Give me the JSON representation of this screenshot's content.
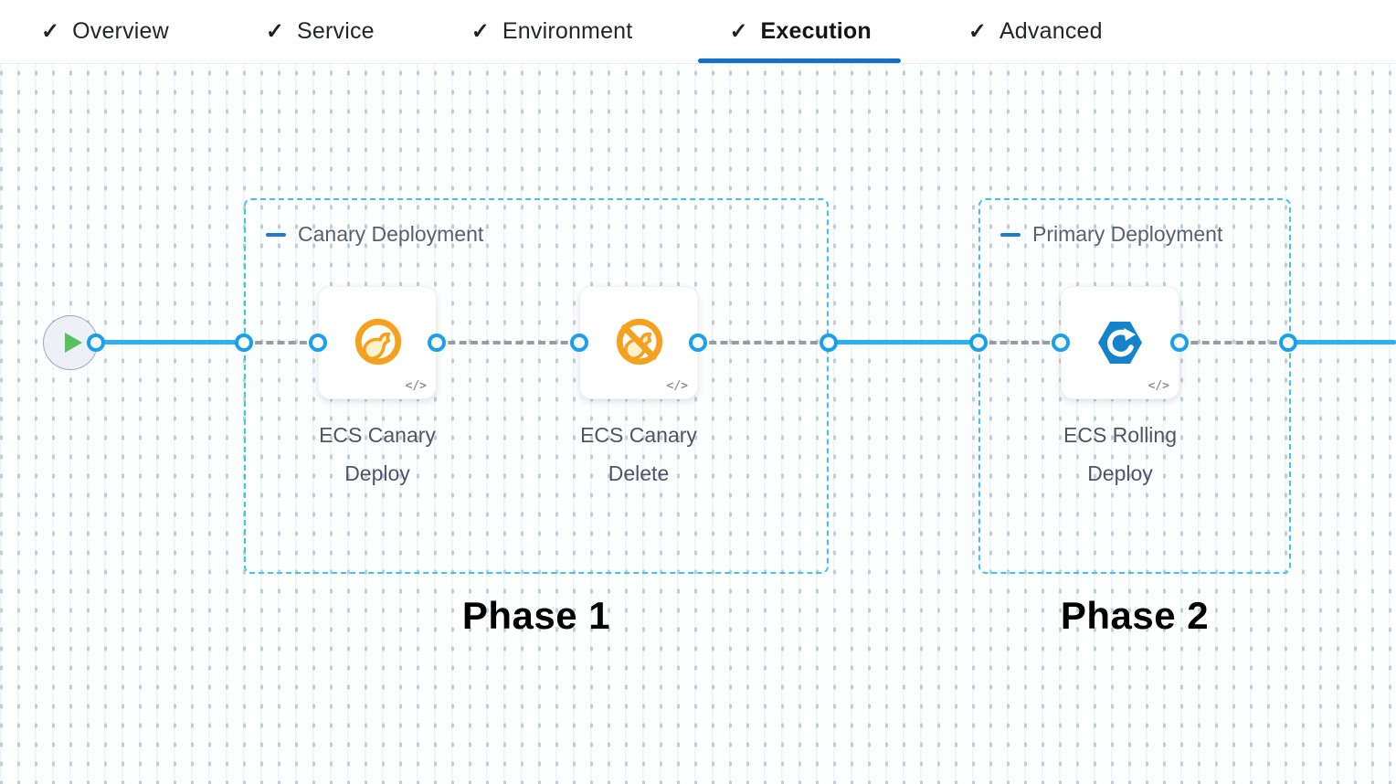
{
  "tabs": {
    "check_icon": "✓",
    "items": [
      {
        "label": "Overview",
        "checked": true,
        "active": false
      },
      {
        "label": "Service",
        "checked": true,
        "active": false
      },
      {
        "label": "Environment",
        "checked": true,
        "active": false
      },
      {
        "label": "Execution",
        "checked": true,
        "active": true
      },
      {
        "label": "Advanced",
        "checked": true,
        "active": false
      }
    ]
  },
  "canvas": {
    "start_node": {
      "icon": "play-icon"
    },
    "code_icon_label": "</>",
    "groups": [
      {
        "label": "Canary Deployment",
        "phase_label": "Phase 1",
        "steps": [
          {
            "name": "ECS Canary Deploy",
            "icon": "canary-deploy-icon"
          },
          {
            "name": "ECS Canary Delete",
            "icon": "canary-delete-icon"
          }
        ]
      },
      {
        "label": "Primary Deployment",
        "phase_label": "Phase 2",
        "steps": [
          {
            "name": "ECS Rolling Deploy",
            "icon": "ecs-rolling-deploy-icon"
          }
        ]
      }
    ]
  },
  "colors": {
    "active_tab_underline": "#1070ca",
    "connector_blue": "#2bb1f3",
    "port_blue": "#18a0ee",
    "group_border_blue": "#3cc5f2",
    "collapse_dash_blue": "#2079d2",
    "dashed_connector_gray": "#9a9aa1",
    "canary_orange": "#f6a11e",
    "ecs_blue": "#1583cc",
    "play_green": "#58bf61",
    "group_label_text": "#566070",
    "step_label_text": "#4d5466",
    "phase_text": "#000000"
  }
}
